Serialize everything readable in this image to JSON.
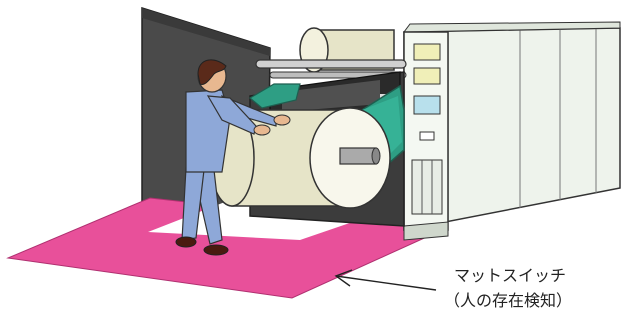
{
  "callout": {
    "line1": "マットスイッチ",
    "line2": "（人の存在検知）"
  },
  "colors": {
    "mat": "#e8509a",
    "wall": "#4a4a4a",
    "paper_roll": "#e6e4c8",
    "machine_green": "#2e9e84",
    "machine_body": "#eef3ec",
    "worker_shirt": "#8ea8d8",
    "worker_hair": "#5a2a1a",
    "worker_skin": "#e8b890"
  },
  "icons": {
    "figure": "worker-figure",
    "pointer": "callout-arrow"
  }
}
